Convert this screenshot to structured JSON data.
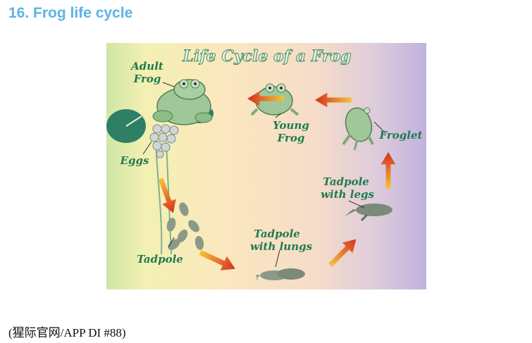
{
  "heading": "16. Frog life cycle",
  "diagram": {
    "title": "Life Cycle of a Frog",
    "labels": {
      "adult_frog_1": "Adult",
      "adult_frog_2": "Frog",
      "young_frog_1": "Young",
      "young_frog_2": "Frog",
      "froglet": "Froglet",
      "eggs": "Eggs",
      "tadpole": "Tadpole",
      "tadpole_lungs_1": "Tadpole",
      "tadpole_lungs_2": "with lungs",
      "tadpole_legs_1": "Tadpole",
      "tadpole_legs_2": "with legs"
    },
    "colors": {
      "frog": "#9fc79a",
      "frog_dark": "#4f7f53",
      "label": "#1f7a4f",
      "arrow_start": "#f5c23a",
      "arrow_end": "#d6301f"
    }
  },
  "caption": "(猩际官网/APP DI #88)"
}
